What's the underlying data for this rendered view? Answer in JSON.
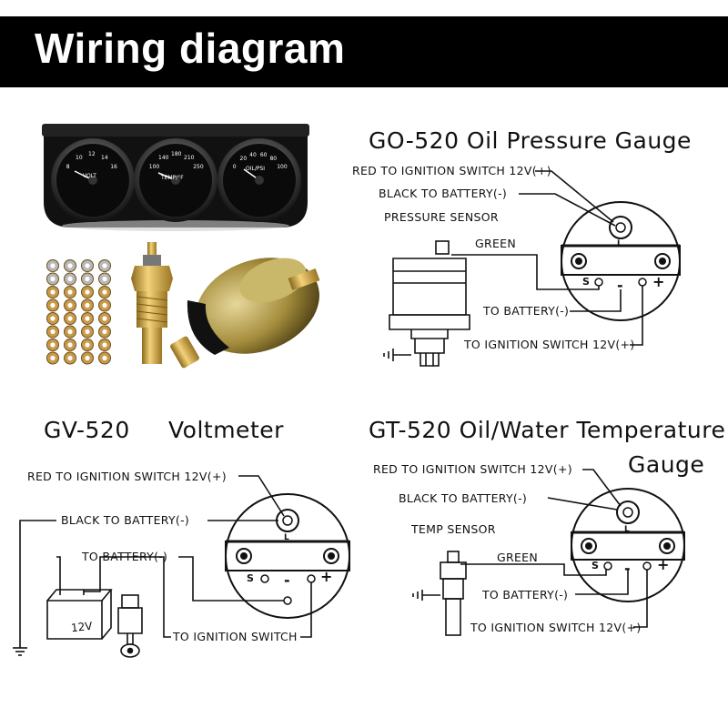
{
  "header": {
    "title": "Wiring diagram"
  },
  "product_gauges": [
    {
      "label": "VOLT",
      "ticks": [
        "8",
        "10",
        "12",
        "14",
        "16"
      ]
    },
    {
      "label": "TEMP/°F",
      "ticks": [
        "100",
        "140",
        "180",
        "210",
        "250"
      ]
    },
    {
      "label": "OIL/PSI",
      "ticks": [
        "0",
        "20",
        "40",
        "60",
        "80",
        "100"
      ]
    }
  ],
  "oil_pressure": {
    "title": "GO-520  Oil Pressure Gauge",
    "red": "RED TO IGNITION SWITCH 12V(+)",
    "black": "BLACK TO BATTERY(-)",
    "sensor": "PRESSURE SENSOR",
    "green": "GREEN",
    "battery": "TO BATTERY(-)",
    "ignition": "TO IGNITION SWITCH 12V(+)"
  },
  "voltmeter": {
    "title_code": "GV-520",
    "title_name": "Voltmeter",
    "red": "RED TO IGNITION SWITCH 12V(+)",
    "black": "BLACK TO BATTERY(-)",
    "battery": "TO BATTERY(-)",
    "ignition": "TO IGNITION SWITCH",
    "battery_label": "12V"
  },
  "temperature": {
    "title_line1": "GT-520 Oil/Water Temperature",
    "title_line2": "Gauge",
    "red": "RED TO IGNITION SWITCH 12V(+)",
    "black": "BLACK TO BATTERY(-)",
    "sensor": "TEMP SENSOR",
    "green": "GREEN",
    "battery": "TO BATTERY(-)",
    "ignition": "TO IGNITION SWITCH 12V(+)"
  },
  "gauge_terminals": {
    "s": "S",
    "minus": "-",
    "plus": "+",
    "lamp": "L"
  }
}
